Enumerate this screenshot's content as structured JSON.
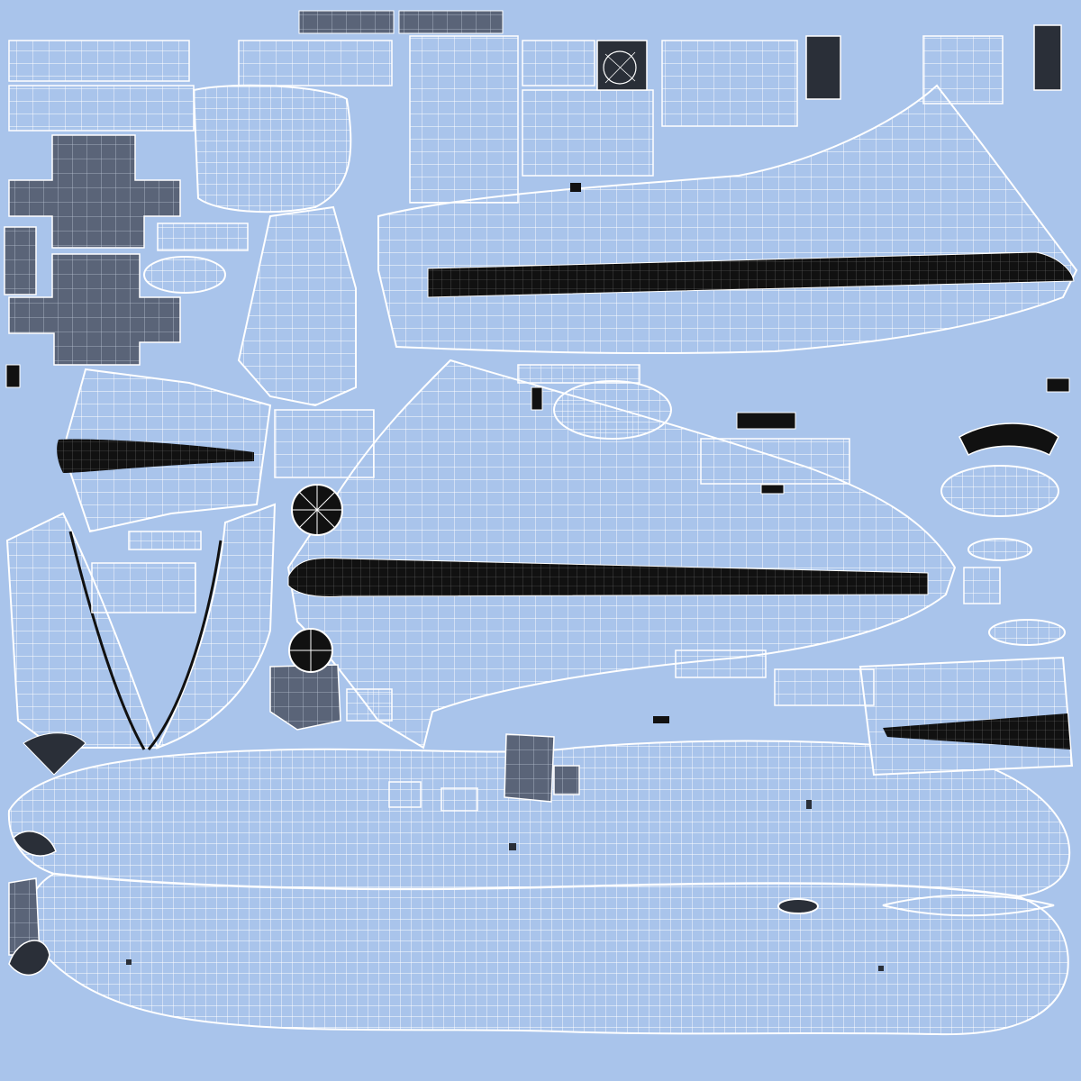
{
  "layout": {
    "background": "#a9c4eb",
    "wire": "#ffffff",
    "panel_dark": "#5a6478",
    "stripe": "#111111",
    "detail_dark": "#2a2f38"
  },
  "islands": [
    {
      "name": "fuselage-main-island",
      "shape": "fuselage"
    },
    {
      "name": "upper-wing-right-island",
      "shape": "wing",
      "stripe": true
    },
    {
      "name": "middle-wing-right-island",
      "shape": "wing",
      "stripe": true
    },
    {
      "name": "lower-wing-right-island",
      "shape": "wing",
      "stripe": true
    },
    {
      "name": "left-wing-island",
      "shape": "wing",
      "stripe": true
    },
    {
      "name": "tail-fin-island",
      "shape": "fin"
    },
    {
      "name": "cockpit-dark-panels-island",
      "shape": "panels"
    },
    {
      "name": "nose-cone-island",
      "shape": "cone"
    },
    {
      "name": "dark-disc-top-island",
      "shape": "disc"
    },
    {
      "name": "dark-disc-bottom-island",
      "shape": "disc"
    },
    {
      "name": "canopy-fan-island",
      "shape": "fan"
    },
    {
      "name": "decal-texture-island",
      "shape": "image"
    }
  ]
}
